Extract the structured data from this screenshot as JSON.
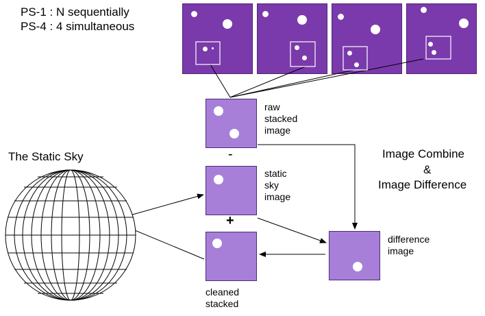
{
  "header": {
    "line1": "PS-1 : N sequentially",
    "line2": "PS-4 : 4 simultaneous"
  },
  "labels": {
    "static_sky_title": "The Static Sky",
    "raw_1": "raw",
    "raw_2": "stacked",
    "raw_3": "image",
    "minus": "-",
    "static_1": "static",
    "static_2": "sky",
    "static_3": "image",
    "plus": "+",
    "combine_1": "Image Combine",
    "combine_2": "&",
    "combine_3": "Image Difference",
    "diff_1": "difference",
    "diff_2": "image",
    "cleaned_1": "cleaned",
    "cleaned_2": "stacked"
  },
  "colors": {
    "frame": "#7a3aab",
    "stacked": "#a77fd8",
    "stars": "#ffffff"
  }
}
